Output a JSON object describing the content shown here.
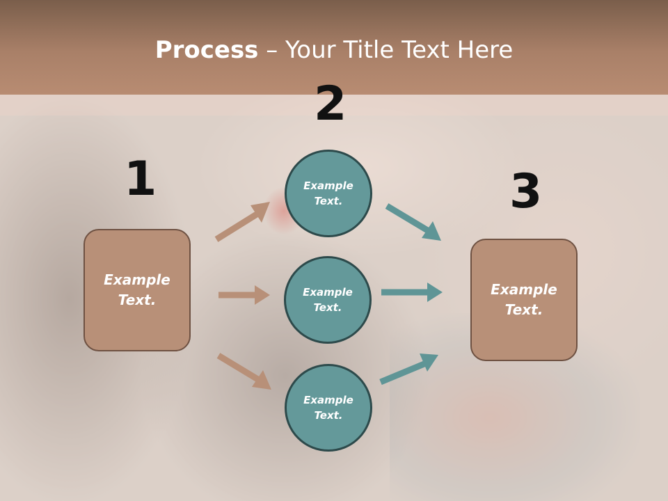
{
  "title": {
    "bold": "Process",
    "rest": " – Your Title Text Here"
  },
  "numbers": [
    "1",
    "2",
    "3"
  ],
  "boxes": {
    "left": "Example Text.",
    "right": "Example Text."
  },
  "circles": [
    "Example Text.",
    "Example Text.",
    "Example Text."
  ],
  "colors": {
    "box": "#b89078",
    "circle": "#64999a",
    "arrow_brown": "#b89078",
    "arrow_teal": "#5f9596",
    "header": "#a98068"
  }
}
